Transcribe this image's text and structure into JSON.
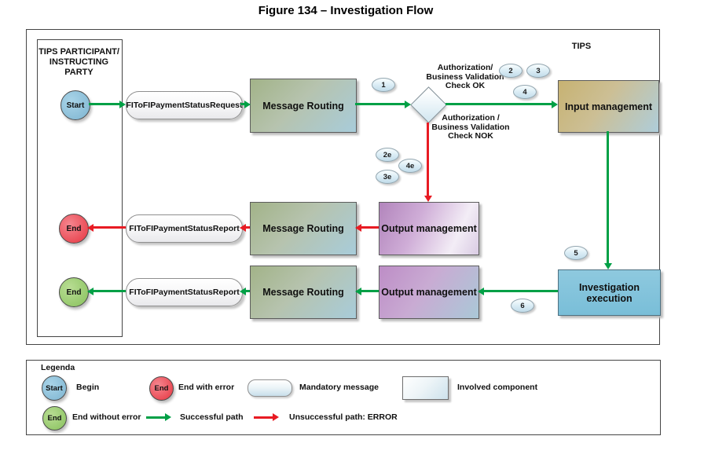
{
  "title": "Figure 134 – Investigation Flow",
  "diagram": {
    "tips_label": "TIPS",
    "participant": {
      "lines": [
        "TIPS PARTICIPANT/",
        "INSTRUCTING",
        "PARTY"
      ]
    },
    "nodes": {
      "start": "Start",
      "end_error": "End",
      "end_success": "End",
      "request_message": "FIToFIPaymentStatusRequest",
      "report_message_error": "FIToFIPaymentStatusReport",
      "report_message_success": "FIToFIPaymentStatusReport",
      "message_routing_request": "Message Routing",
      "message_routing_error": "Message Routing",
      "message_routing_success": "Message Routing",
      "input_management": "Input management",
      "output_management_error": "Output management",
      "output_management_success": "Output management",
      "investigation_execution": "Investigation execution"
    },
    "decision": {
      "ok": {
        "lines": [
          "Authorization/",
          "Business Validation",
          "Check OK"
        ]
      },
      "nok": {
        "lines": [
          "Authorization /",
          "Business Validation",
          "Check NOK"
        ]
      }
    },
    "badges": {
      "b1": "1",
      "b2": "2",
      "b3": "3",
      "b4": "4",
      "b2e": "2e",
      "b4e": "4e",
      "b3e": "3e",
      "b5": "5",
      "b6": "6"
    }
  },
  "legend": {
    "title": "Legenda",
    "items": {
      "begin": {
        "shape_text": "Start",
        "label": "Begin"
      },
      "end_error": {
        "shape_text": "End",
        "label": "End with error"
      },
      "mandatory": {
        "label": "Mandatory message"
      },
      "involved": {
        "label": "Involved component"
      },
      "end_no_error": {
        "shape_text": "End",
        "label": "End without error"
      },
      "success_path": {
        "label": "Successful path"
      },
      "error_path": {
        "label": "Unsuccessful path: ERROR"
      }
    }
  },
  "colors": {
    "success_green": "#00a046",
    "error_red": "#e81b23"
  }
}
